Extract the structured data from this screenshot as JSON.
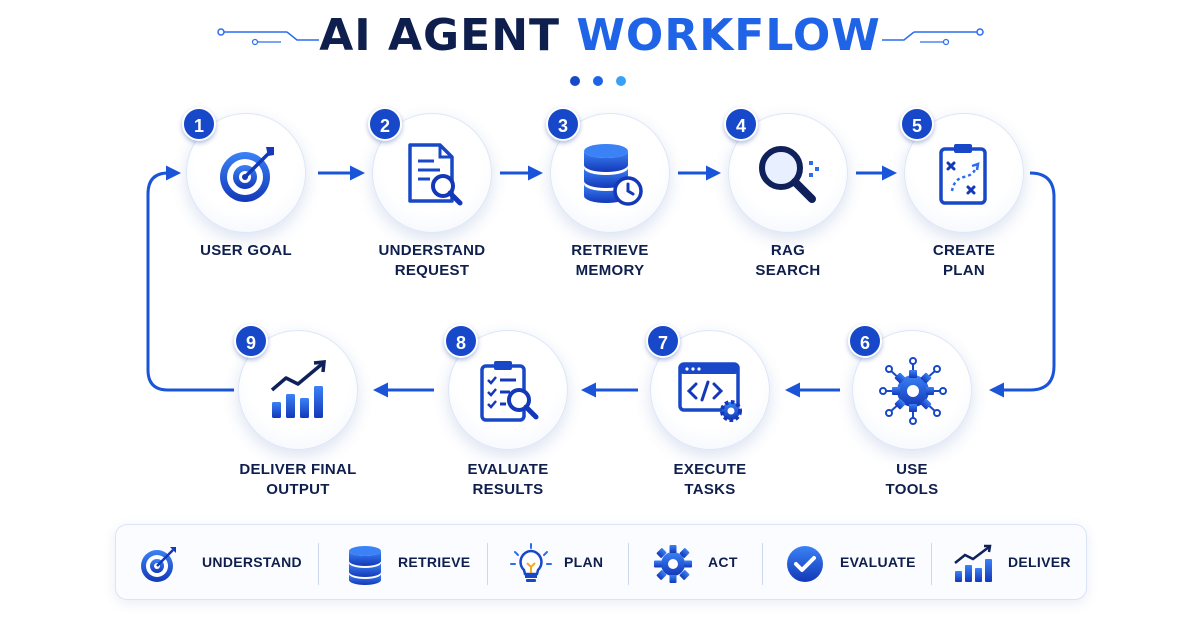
{
  "title": {
    "part1": "AI AGENT",
    "part2": "WORKFLOW"
  },
  "colors": {
    "primary": "#1f63e6",
    "dark_navy": "#0f1f4d",
    "badge": "#1748c9",
    "arrow": "#1a54d9"
  },
  "steps": [
    {
      "number": "1",
      "line1": "USER GOAL",
      "line2": "",
      "icon": "target-icon"
    },
    {
      "number": "2",
      "line1": "UNDERSTAND",
      "line2": "REQUEST",
      "icon": "document-search-icon"
    },
    {
      "number": "3",
      "line1": "RETRIEVE",
      "line2": "MEMORY",
      "icon": "database-clock-icon"
    },
    {
      "number": "4",
      "line1": "RAG",
      "line2": "SEARCH",
      "icon": "magnifier-icon"
    },
    {
      "number": "5",
      "line1": "CREATE",
      "line2": "PLAN",
      "icon": "strategy-clipboard-icon"
    },
    {
      "number": "6",
      "line1": "USE",
      "line2": "TOOLS",
      "icon": "gear-network-icon"
    },
    {
      "number": "7",
      "line1": "EXECUTE",
      "line2": "TASKS",
      "icon": "code-window-icon"
    },
    {
      "number": "8",
      "line1": "EVALUATE",
      "line2": "RESULTS",
      "icon": "checklist-search-icon"
    },
    {
      "number": "9",
      "line1": "DELIVER FINAL",
      "line2": "OUTPUT",
      "icon": "growth-chart-icon"
    }
  ],
  "legend": [
    {
      "label": "UNDERSTAND",
      "icon": "target-icon"
    },
    {
      "label": "RETRIEVE",
      "icon": "database-icon"
    },
    {
      "label": "PLAN",
      "icon": "lightbulb-icon"
    },
    {
      "label": "ACT",
      "icon": "gear-icon"
    },
    {
      "label": "EVALUATE",
      "icon": "checkmark-icon"
    },
    {
      "label": "DELIVER",
      "icon": "growth-chart-icon"
    }
  ]
}
